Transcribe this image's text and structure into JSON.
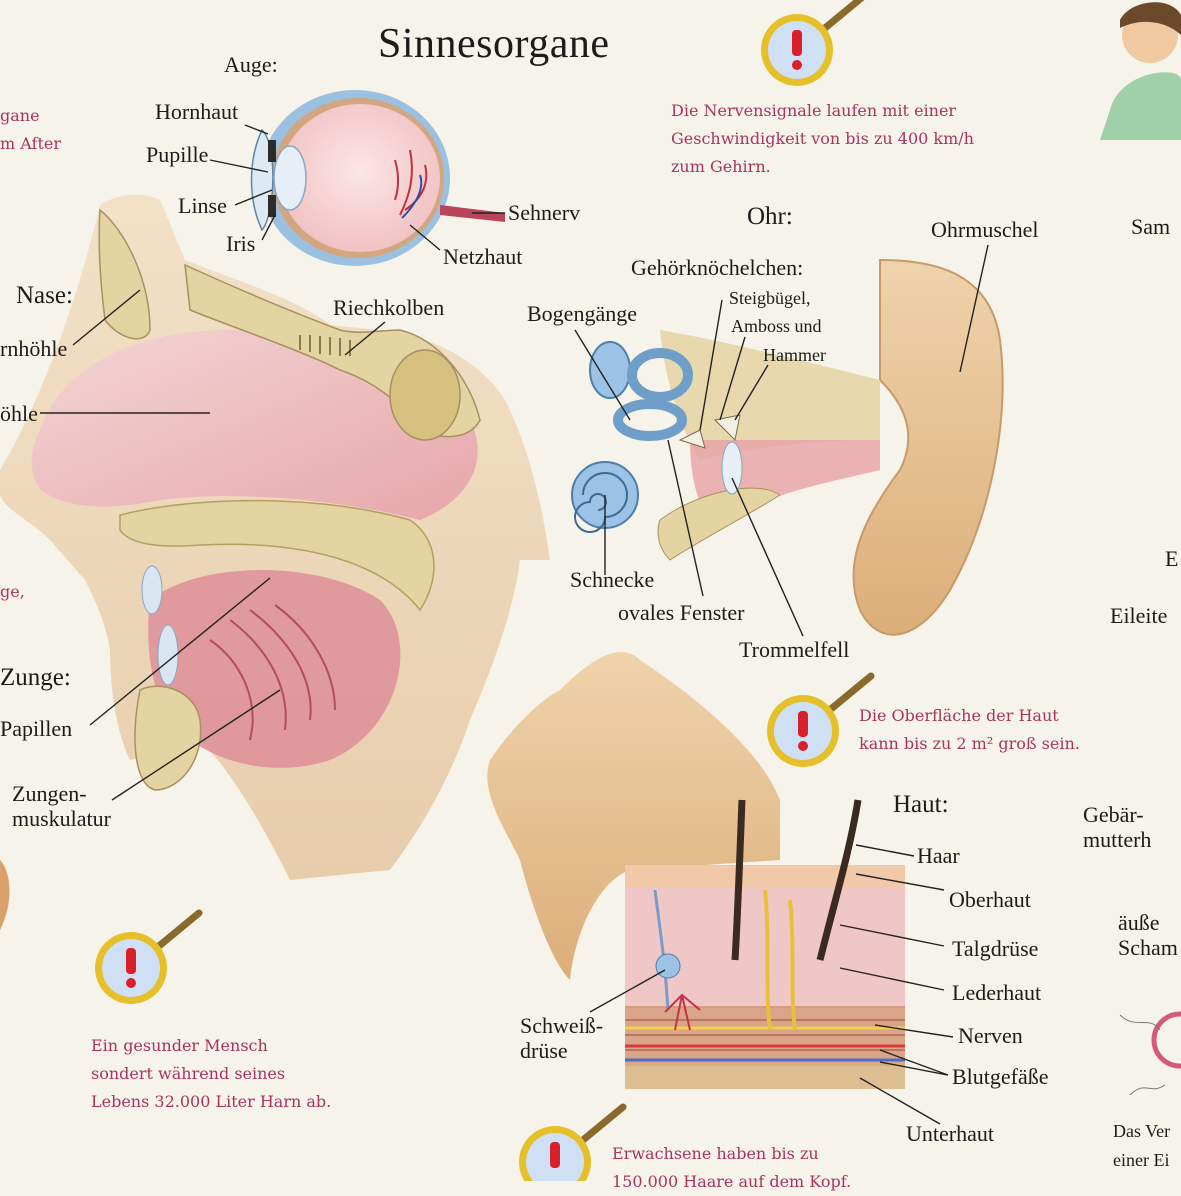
{
  "title": "Sinnesorgane",
  "eye": {
    "heading": "Auge:",
    "labels": {
      "hornhaut": "Hornhaut",
      "pupille": "Pupille",
      "linse": "Linse",
      "iris": "Iris",
      "sehnerv": "Sehnerv",
      "netzhaut": "Netzhaut"
    }
  },
  "nose": {
    "heading": "Nase:",
    "labels": {
      "stirnhoehle_partial": "rnhöhle",
      "nasenhoehle_partial": "öhle",
      "riechkolben": "Riechkolben"
    }
  },
  "tongue": {
    "heading": "Zunge:",
    "labels": {
      "papillen": "Papillen",
      "muskulatur_line1": "Zungen-",
      "muskulatur_line2": "muskulatur"
    }
  },
  "ear": {
    "heading": "Ohr:",
    "labels": {
      "ohrmuschel": "Ohrmuschel",
      "gehoerknoechelchen": "Gehörknöchelchen:",
      "steigbuegel": "Steigbügel,",
      "amboss": "Amboss und",
      "hammer": "Hammer",
      "bogengaenge": "Bogengänge",
      "schnecke": "Schnecke",
      "ovales_fenster": "ovales Fenster",
      "trommelfell": "Trommelfell"
    }
  },
  "skin": {
    "heading": "Haut:",
    "labels": {
      "haar": "Haar",
      "oberhaut": "Oberhaut",
      "talgdruese": "Talgdrüse",
      "lederhaut": "Lederhaut",
      "nerven": "Nerven",
      "blutgefaesse": "Blutgefäße",
      "unterhaut": "Unterhaut",
      "schweiss_line1": "Schweiß-",
      "schweiss_line2": "drüse"
    }
  },
  "facts": {
    "nerve_signals": [
      "Die Nervensignale laufen mit einer",
      "Geschwindigkeit von bis zu 400 km/h",
      "zum Gehirn."
    ],
    "skin_surface": [
      "Die Oberfläche der Haut",
      "kann bis zu 2 m² groß sein."
    ],
    "urine": [
      "Ein gesunder Mensch",
      "sondert während seines",
      "Lebens 32.000 Liter Harn ab."
    ],
    "hair": [
      "Erwachsene haben bis zu",
      "150.000 Haare auf dem Kopf."
    ]
  },
  "left_edge": {
    "frag1": "gane",
    "frag2": "m After",
    "frag3": "ge,"
  },
  "right_edge": {
    "sam": "Sam",
    "e": "E",
    "eileite": "Eileite",
    "gebaer1": "Gebär-",
    "gebaer2": "mutterh",
    "aeussere1": "äuße",
    "aeussere2": "Scham",
    "das_ver": "Das Ver",
    "einer_ei": "einer Ei"
  },
  "colors": {
    "fact_text": "#a8345f",
    "skin_tone": "#e9c79a",
    "tissue_pink": "#e9a1a6",
    "bone": "#e4d4a2",
    "ear_blue": "#9cc3e6",
    "alert_red": "#d8202a",
    "magnifier_rim": "#e6c02a"
  },
  "icons": [
    "magnifier-alert-icon"
  ]
}
